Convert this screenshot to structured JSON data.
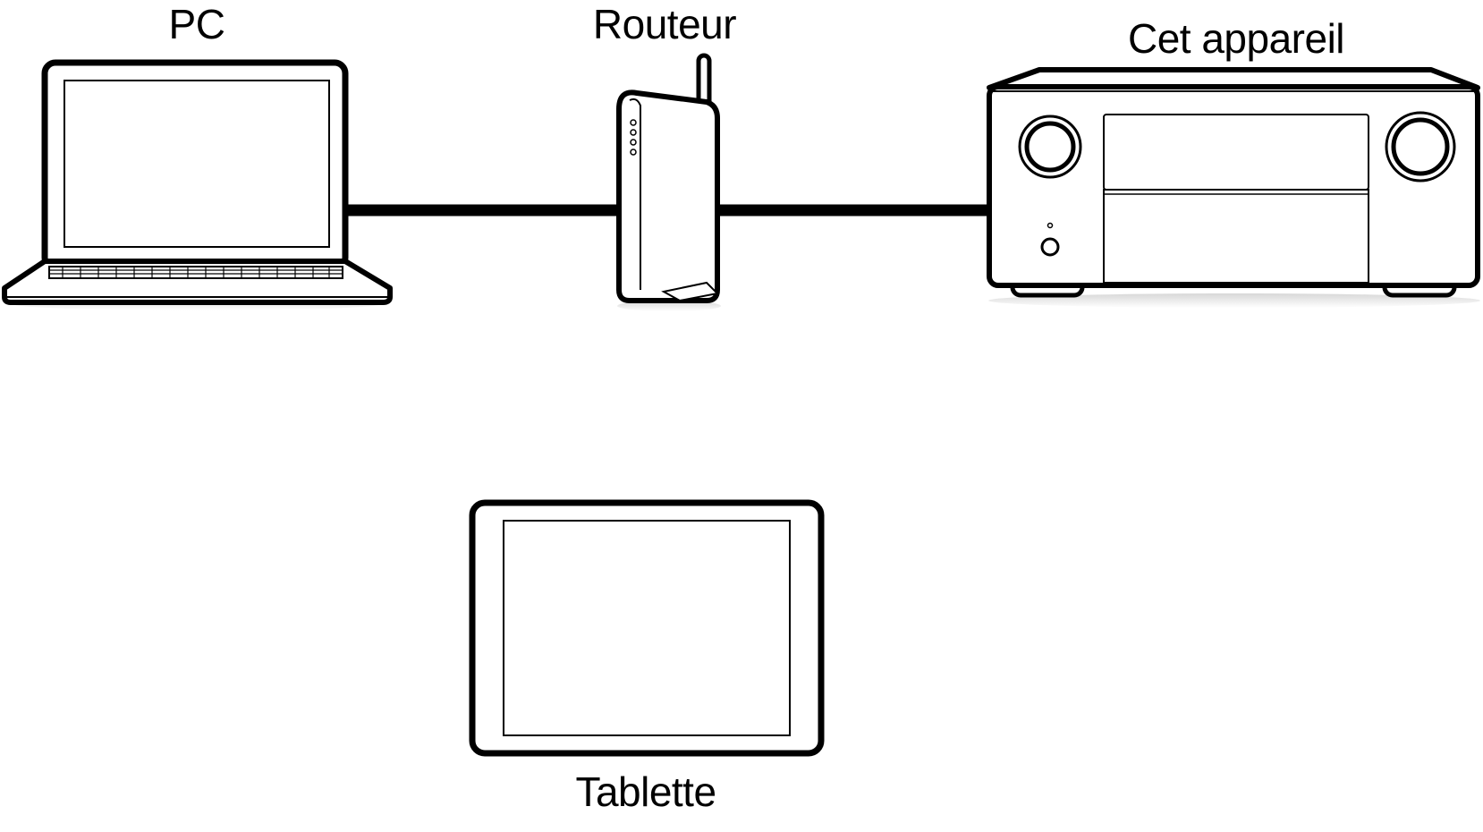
{
  "labels": {
    "pc": "PC",
    "router": "Routeur",
    "device": "Cet appareil",
    "tablet": "Tablette"
  },
  "devices": [
    {
      "id": "pc",
      "icon": "laptop-icon"
    },
    {
      "id": "router",
      "icon": "wireless-router-icon"
    },
    {
      "id": "device",
      "icon": "av-receiver-icon"
    },
    {
      "id": "tablet",
      "icon": "tablet-icon"
    }
  ],
  "connections": [
    {
      "from": "pc",
      "to": "router",
      "type": "wired"
    },
    {
      "from": "router",
      "to": "device",
      "type": "wired"
    }
  ],
  "colors": {
    "stroke": "#000000",
    "background": "#ffffff"
  }
}
